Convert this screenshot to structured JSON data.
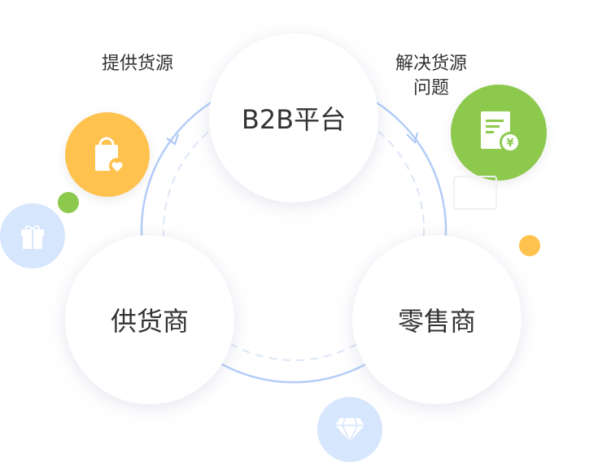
{
  "labels": {
    "supply": "提供货源",
    "solve_line1": "解决货源",
    "solve_line2": "问题"
  },
  "nodes": {
    "platform": "B2B平台",
    "supplier": "供货商",
    "retailer": "零售商"
  },
  "icons": [
    "shopping-bag-heart-icon",
    "invoice-yen-icon",
    "gift-icon",
    "diamond-icon",
    "ticket-icon"
  ],
  "colors": {
    "ring": "#a9c6f7",
    "orange": "#ffc24f",
    "green": "#8cc94d",
    "light_blue": "#d6e6fd"
  }
}
